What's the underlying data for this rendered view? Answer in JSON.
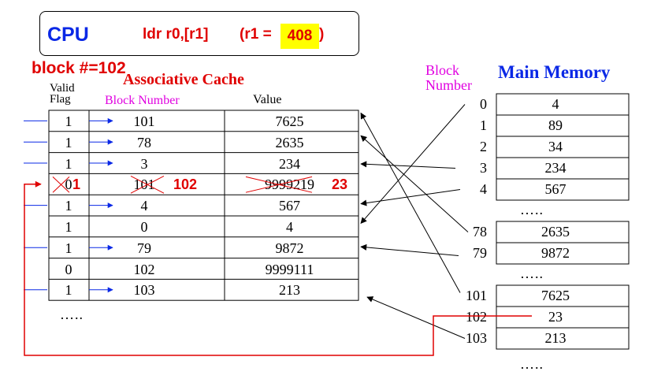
{
  "cpu": {
    "label": "CPU",
    "instruction": "ldr r0,[r1]",
    "r1_prefix": "(r1 =",
    "r1_value": "408",
    "r1_suffix": ")"
  },
  "block_number_label": "block #=102",
  "cache": {
    "title": "Associative Cache",
    "valid_header_1": "Valid",
    "valid_header_2": "Flag",
    "block_number_header": "Block Number",
    "value_header": "Value",
    "rows": [
      {
        "valid": "1",
        "block": "101",
        "value": "7625",
        "arrow": true
      },
      {
        "valid": "1",
        "block": "78",
        "value": "2635",
        "arrow": true
      },
      {
        "valid": "1",
        "block": "3",
        "value": "234",
        "arrow": true
      },
      {
        "valid": "0",
        "block": "101",
        "value": "9999219",
        "arrow": false,
        "crossed": true,
        "new_valid": "1",
        "new_block": "102",
        "new_value": "23"
      },
      {
        "valid": "1",
        "block": "4",
        "value": "567",
        "arrow": true
      },
      {
        "valid": "1",
        "block": "0",
        "value": "4",
        "arrow": false
      },
      {
        "valid": "1",
        "block": "79",
        "value": "9872",
        "arrow": true
      },
      {
        "valid": "0",
        "block": "102",
        "value": "9999111",
        "arrow": false
      },
      {
        "valid": "1",
        "block": "103",
        "value": "213",
        "arrow": true
      }
    ],
    "ellipsis": "….."
  },
  "memory": {
    "block_label_1": "Block",
    "block_label_2": "Number",
    "title": "Main Memory",
    "groups": [
      [
        {
          "index": "0",
          "value": "4"
        },
        {
          "index": "1",
          "value": "89"
        },
        {
          "index": "2",
          "value": "34"
        },
        {
          "index": "3",
          "value": "234"
        },
        {
          "index": "4",
          "value": "567"
        }
      ],
      [
        {
          "index": "78",
          "value": "2635"
        },
        {
          "index": "79",
          "value": "9872"
        }
      ],
      [
        {
          "index": "101",
          "value": "7625"
        },
        {
          "index": "102",
          "value": "23"
        },
        {
          "index": "103",
          "value": "213"
        }
      ]
    ],
    "ellipsis": "….."
  },
  "colors": {
    "red": "#e00000",
    "blue": "#0a28e6",
    "magenta": "#e000e0",
    "highlight": "#ffff00"
  }
}
